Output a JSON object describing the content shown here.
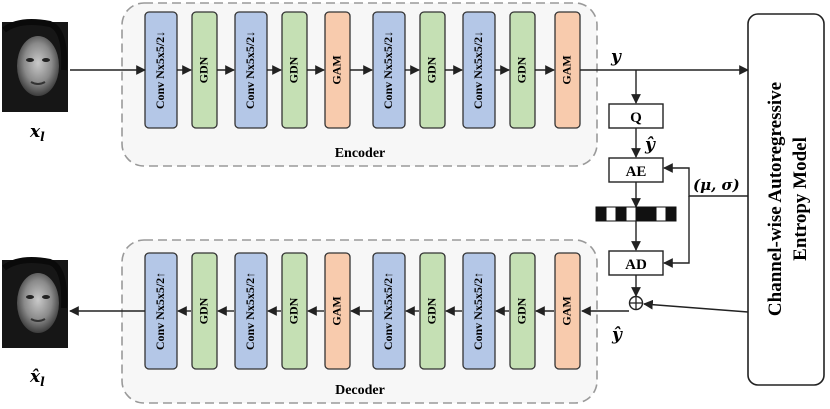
{
  "colors": {
    "conv": "#b4c7e7",
    "gdn": "#c5e0b4",
    "gam": "#f8cbad",
    "stroke": "#222222",
    "dashed": "#9a9a9a"
  },
  "encoder": {
    "label": "Encoder",
    "blocks": [
      {
        "type": "conv",
        "text": "Conv Nx5x5/2↓"
      },
      {
        "type": "gdn",
        "text": "GDN"
      },
      {
        "type": "conv",
        "text": "Conv Nx5x5/2↓"
      },
      {
        "type": "gdn",
        "text": "GDN"
      },
      {
        "type": "gam",
        "text": "GAM"
      },
      {
        "type": "conv",
        "text": "Conv Nx5x5/2↓"
      },
      {
        "type": "gdn",
        "text": "GDN"
      },
      {
        "type": "conv",
        "text": "Conv Nx5x5/2↓"
      },
      {
        "type": "gdn",
        "text": "GDN"
      },
      {
        "type": "gam",
        "text": "GAM"
      }
    ]
  },
  "decoder": {
    "label": "Decoder",
    "blocks": [
      {
        "type": "conv",
        "text": "Conv Nx5x5/2↑"
      },
      {
        "type": "gdn",
        "text": "GDN"
      },
      {
        "type": "conv",
        "text": "Conv Nx5x5/2↑"
      },
      {
        "type": "gdn",
        "text": "GDN"
      },
      {
        "type": "gam",
        "text": "GAM"
      },
      {
        "type": "conv",
        "text": "Conv Nx5x5/2↑"
      },
      {
        "type": "gdn",
        "text": "GDN"
      },
      {
        "type": "conv",
        "text": "Conv Nx5x5/2↑"
      },
      {
        "type": "gdn",
        "text": "GDN"
      },
      {
        "type": "gam",
        "text": "GAM"
      }
    ]
  },
  "nodes": {
    "q": "Q",
    "ae": "AE",
    "ad": "AD"
  },
  "entropy_model": {
    "line1": "Channel-wise Autoregressive",
    "line2": "Entropy Model"
  },
  "labels": {
    "y": "y",
    "y_hat": "ŷ",
    "mu_sigma": "(μ, σ)",
    "x_l": "x",
    "x_l_hat": "x̂",
    "subscript": "l",
    "plus": "⊕"
  },
  "bitstream_pattern": [
    1,
    0,
    1,
    0,
    1,
    1,
    0,
    1
  ]
}
